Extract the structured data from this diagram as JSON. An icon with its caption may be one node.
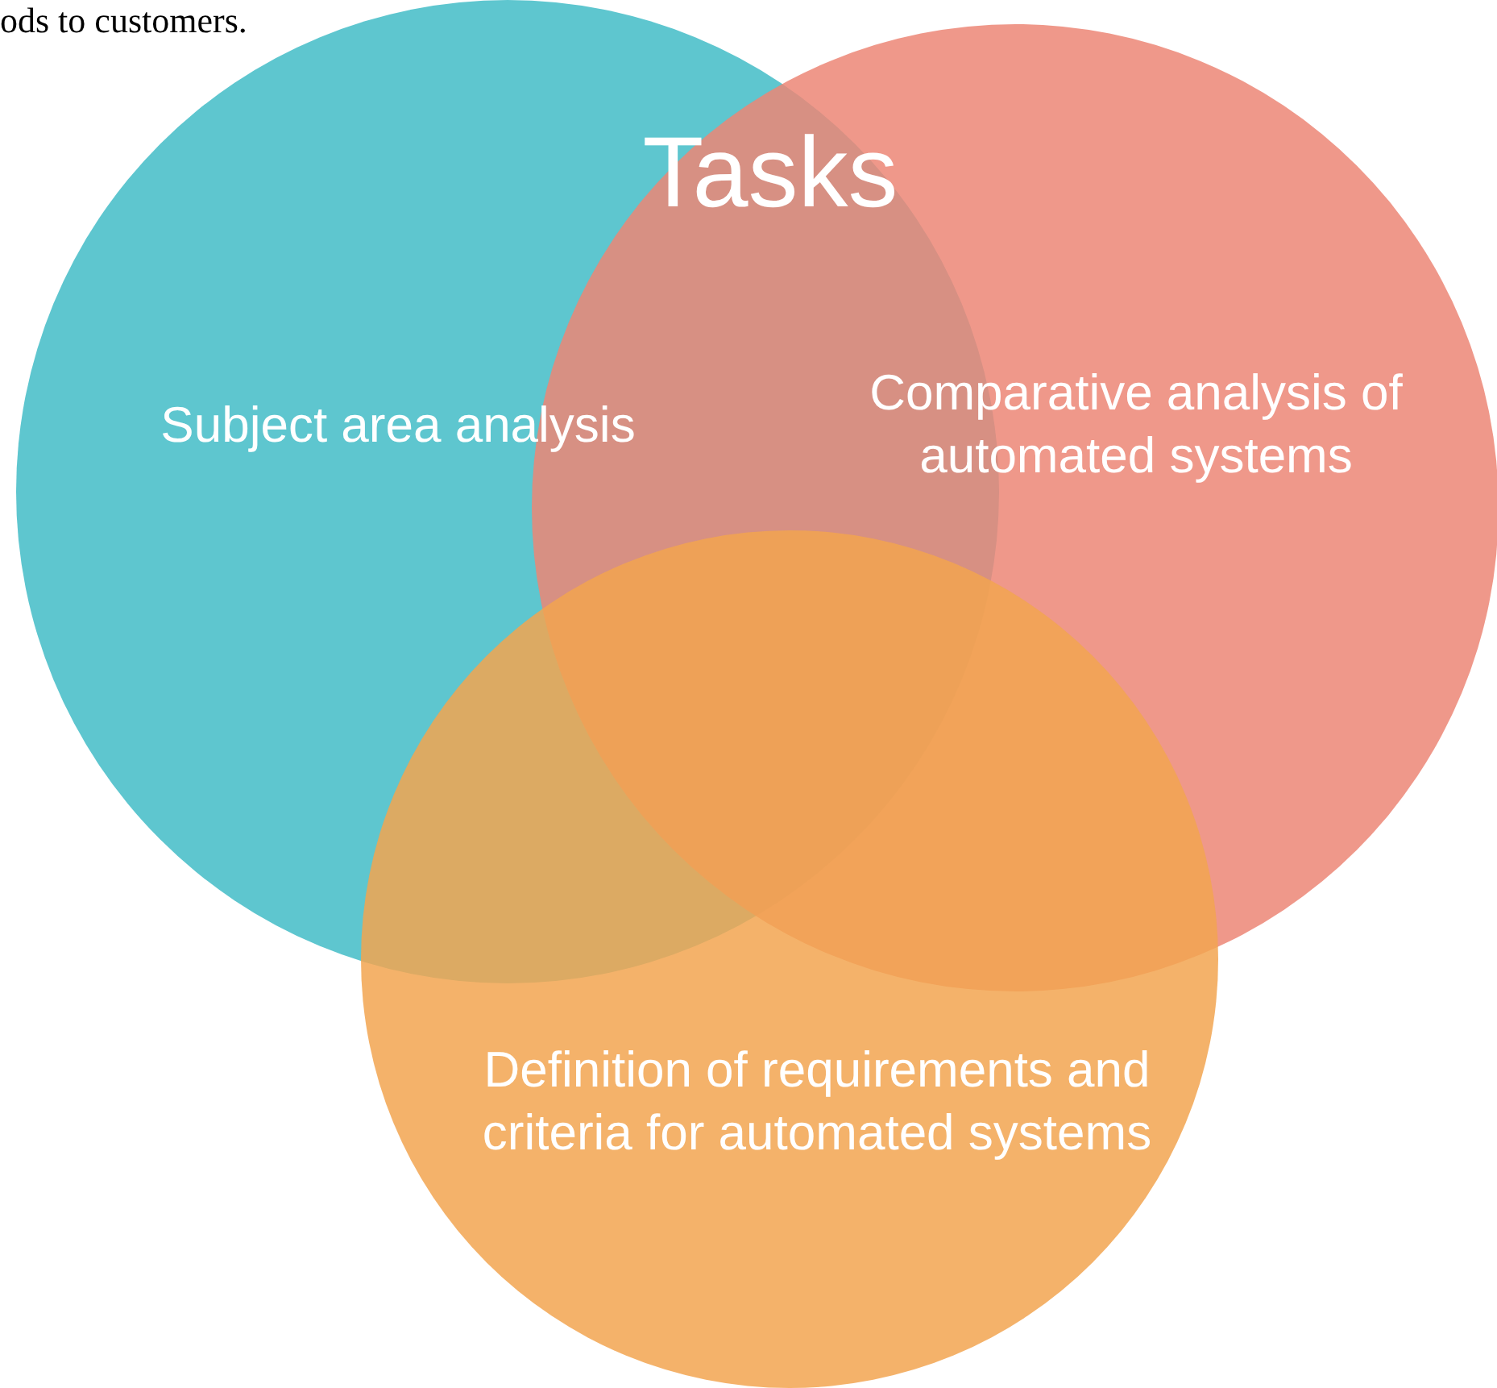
{
  "diagram": {
    "title": "Tasks",
    "nodes": [
      {
        "text": [
          "Subject area analysis"
        ]
      },
      {
        "text": [
          "Comparative analysis of automated systems"
        ]
      },
      {
        "text": [
          "Definition of requirements and criteria for automated systems"
        ]
      }
    ],
    "edges": [],
    "labels": [
      "ods to customers."
    ]
  }
}
